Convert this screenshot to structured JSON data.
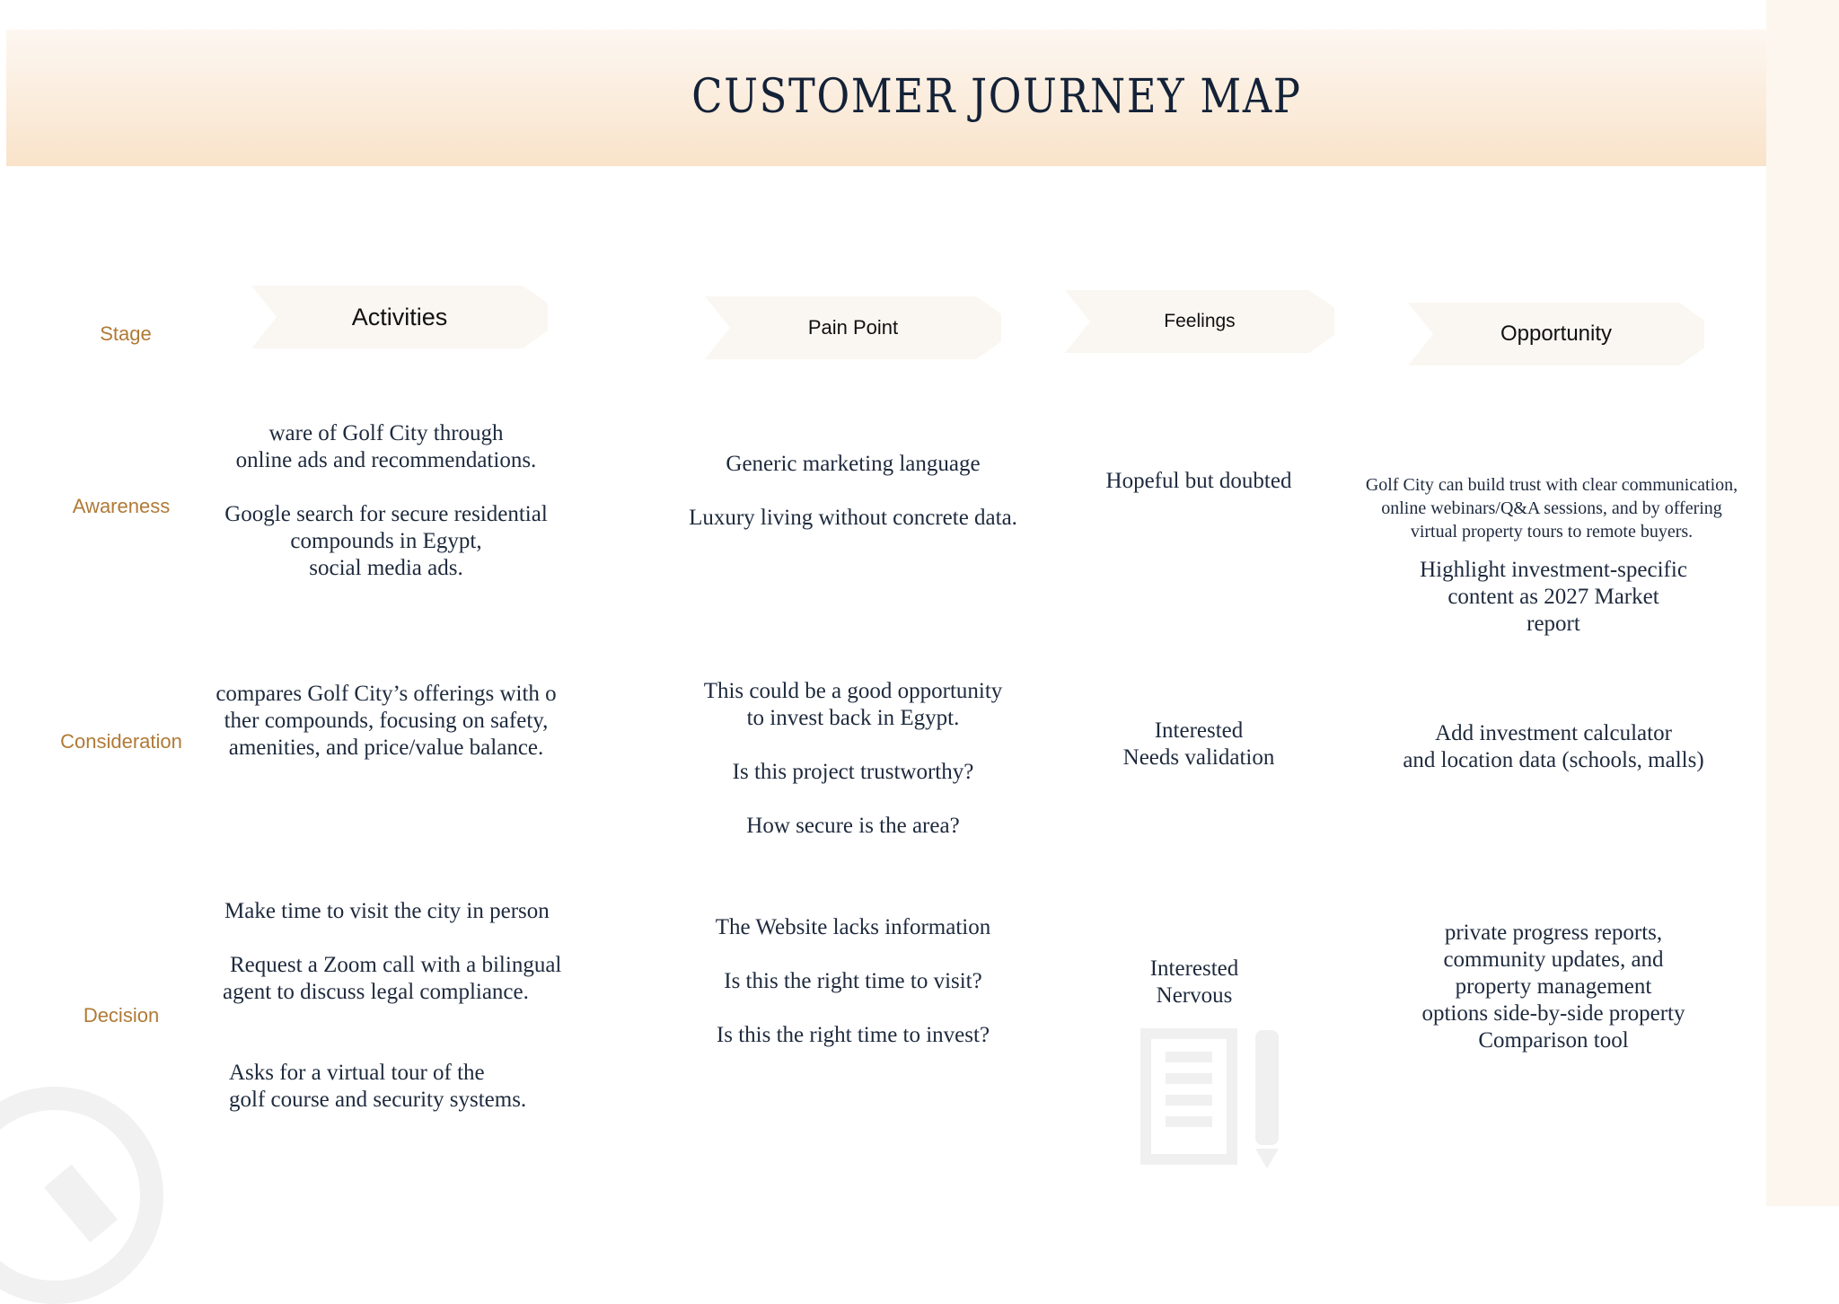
{
  "title": "CUSTOMER JOURNEY MAP",
  "colors": {
    "stage_label": "#b07a36",
    "header_top": "#fdf7f1",
    "header_bottom": "#f9e3ca",
    "text": "#1e2a3d"
  },
  "header_row": {
    "stage": "Stage",
    "columns": [
      "Activities",
      "Pain Point",
      "Feelings",
      "Opportunity"
    ]
  },
  "stages": [
    {
      "name": "Awareness",
      "activities": [
        "ware of Golf City through",
        "online ads and recommendations.",
        "",
        "Google search for secure residential",
        "compounds in Egypt,",
        "social media ads."
      ],
      "pain_points": [
        "Generic marketing language",
        "",
        "Luxury living without concrete data."
      ],
      "feelings": [
        "Hopeful but doubted"
      ],
      "opportunity_small": [
        "Golf City can build trust with clear communication,",
        "online webinars/Q&A sessions, and by offering",
        "virtual property tours to remote buyers."
      ],
      "opportunity": [
        "Highlight investment-specific",
        "content as 2027 Market",
        "report"
      ]
    },
    {
      "name": "Consideration",
      "activities": [
        "compares Golf City’s offerings with o",
        "ther compounds, focusing on safety,",
        "amenities, and price/value balance."
      ],
      "pain_points": [
        "This could be a good opportunity",
        "to invest back in Egypt.",
        "",
        "Is this project trustworthy?",
        "",
        "How secure is the area?"
      ],
      "feelings": [
        "Interested",
        "Needs validation"
      ],
      "opportunity": [
        "Add investment calculator",
        "and location data (schools, malls)"
      ]
    },
    {
      "name": "Decision",
      "activities": [
        "Make time to visit the city in person",
        "",
        "Request a Zoom call with a bilingual",
        "agent to discuss legal compliance.",
        "",
        "",
        "Asks for a virtual tour of the",
        "golf course and security systems."
      ],
      "pain_points": [
        "The Website lacks information",
        "",
        "Is this the right time to visit?",
        "",
        "Is this the right time to invest?"
      ],
      "feelings": [
        "Interested",
        "Nervous"
      ],
      "opportunity": [
        "private progress reports,",
        "community updates, and",
        "property management",
        "options side-by-side property",
        "Comparison tool"
      ]
    }
  ]
}
